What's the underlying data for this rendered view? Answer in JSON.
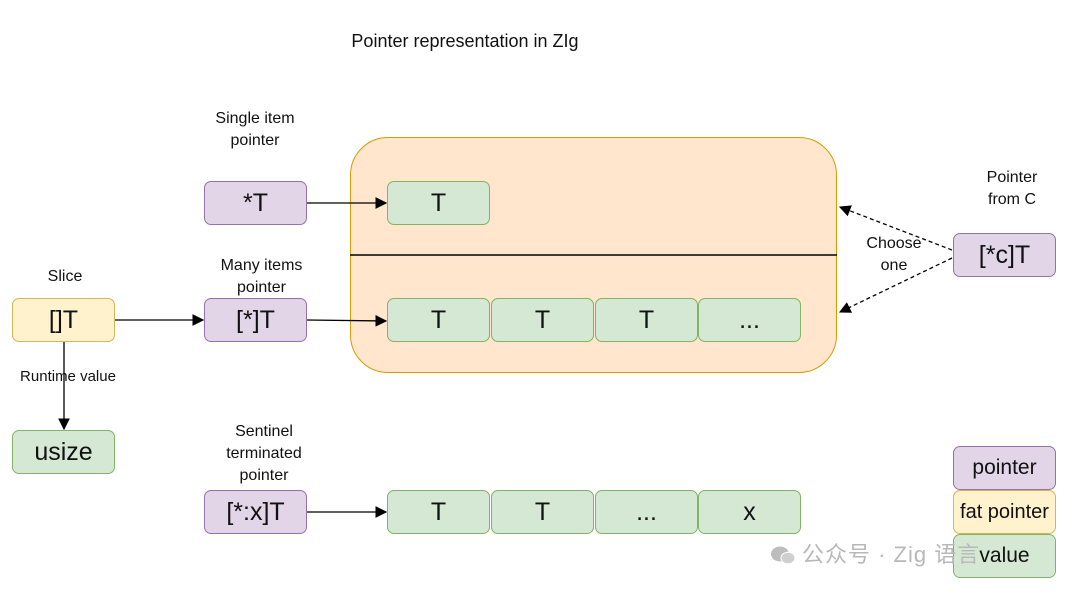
{
  "title": "Pointer representation in ZIg",
  "single_item": {
    "label": "Single item pointer",
    "ptr": "*T",
    "value": "T"
  },
  "many_items": {
    "label": "Many items pointer",
    "ptr": "[*]T",
    "values": [
      "T",
      "T",
      "T",
      "..."
    ]
  },
  "slice": {
    "label": "Slice",
    "ptr": "[]T",
    "edge_label": "Runtime value",
    "target": "usize"
  },
  "pointer_from_c": {
    "label": "Pointer from C",
    "ptr": "[*c]T",
    "edge_label": "Choose one"
  },
  "sentinel": {
    "label": "Sentinel terminated pointer",
    "ptr": "[*:x]T",
    "values": [
      "T",
      "T",
      "...",
      "x"
    ]
  },
  "legend": {
    "pointer": "pointer",
    "fat_pointer": "fat pointer",
    "value": "value"
  },
  "watermark": "公众号 · Zig 语言",
  "colors": {
    "pointer_fill": "#e1d5e7",
    "pointer_stroke": "#9673a6",
    "fat_fill": "#fff2cc",
    "fat_stroke": "#d6b656",
    "value_fill": "#d5e8d4",
    "value_stroke": "#82b366",
    "region_fill": "#ffe6cc",
    "region_stroke": "#d79b00"
  }
}
